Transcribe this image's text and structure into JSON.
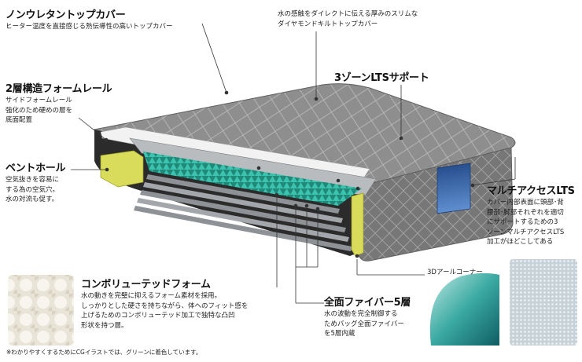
{
  "labels": {
    "top_cover": {
      "title": "ノンウレタントップカバー",
      "desc": [
        "ヒーター温度を直接感じる熱伝導性の高いトップカバー"
      ]
    },
    "diamond_quilt": {
      "desc": [
        "水の感触をダイレクトに伝える厚みのスリムな",
        "ダイヤモンドキルトトップカバー"
      ]
    },
    "lts_support": {
      "title": "3ゾーンLTSサポート"
    },
    "foam_rail": {
      "title": "2層構造フォームレール",
      "desc": [
        "サイドフォームレール",
        "強化のため硬めの層を",
        "底面配置"
      ]
    },
    "vent_hole": {
      "title": "ベントホール",
      "desc": [
        "空気抜きを容易に",
        "する為の空気穴。",
        "水の対流も促す。"
      ]
    },
    "multi_access": {
      "title": "マルチアクセスLTS",
      "desc": [
        "カバー内部表面に頭部･背",
        "腰部･脚部それぞれを適切",
        "にサポートするための3",
        "ゾーンマルチアクセスLTS",
        "加工がほどこしてある"
      ]
    },
    "corner_3d": {
      "title": "3Dアールコーナー"
    },
    "convoluted_foam": {
      "title": "コンボリューテッドフォーム",
      "desc": [
        "水の動きを完璧に抑えるフォーム素材を採用。",
        "しっかりとした硬さを持ちながら、体へのフィット感を",
        "上げるためのコンボリューテッド加工で独特な凸凹",
        "形状を持つ層。"
      ]
    },
    "fiber_layer": {
      "title": "全面ファイバー5層",
      "desc": [
        "水の波動を完全制御する",
        "ためバッグ全面ファイバー",
        "を5層内蔵"
      ]
    }
  },
  "footnote": "※わかりやすくするためにCGイラストでは、グリーンに着色しています。",
  "colors": {
    "cover_gray": "#8e8e8e",
    "cover_dark": "#5e5e5e",
    "foam_green": "#2fa896",
    "rail_yellow": "#d9dc5a",
    "label_panel_blue": "#3d6cb0",
    "corner_teal": "#4fb9b0"
  }
}
